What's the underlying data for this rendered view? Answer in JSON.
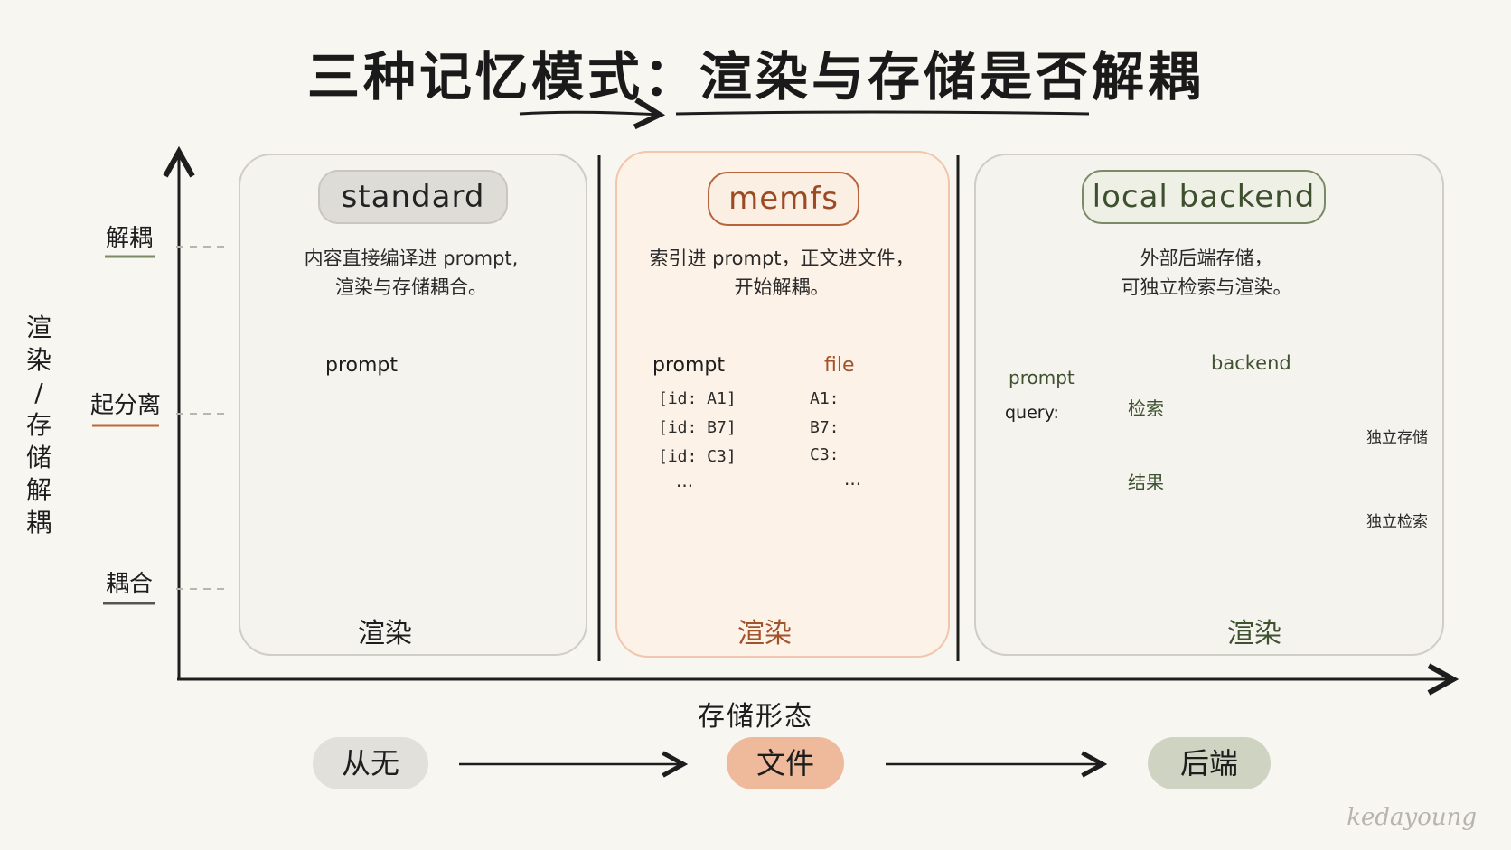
{
  "title": "三种记忆模式：渲染与存储是否解耦",
  "y_axis": {
    "label": "渲染/存储解耦",
    "label_chars": [
      "渲",
      "染",
      "/",
      "存",
      "储",
      "解",
      "耦"
    ],
    "ticks": [
      "解耦",
      "起分离",
      "耦合"
    ]
  },
  "x_axis": {
    "label": "存储形态",
    "stages": [
      "从无",
      "文件",
      "后端"
    ]
  },
  "panels": {
    "standard": {
      "name": "standard",
      "desc_line1": "内容直接编译进 prompt,",
      "desc_line2": "渲染与存储耦合。",
      "prompt_label": "prompt",
      "render": "渲染"
    },
    "memfs": {
      "name": "memfs",
      "desc_line1": "索引进 prompt，正文进文件，",
      "desc_line2": "开始解耦。",
      "prompt_label": "prompt",
      "prompt_items": [
        "[id: A1]",
        "[id: B7]",
        "[id: C3]"
      ],
      "prompt_more": "...",
      "file_label": "file",
      "file_items": [
        "A1:",
        "B7:",
        "C3:"
      ],
      "file_more": "...",
      "render": "渲染"
    },
    "local_backend": {
      "name": "local backend",
      "desc_line1": "外部后端存储，",
      "desc_line2": "可独立检索与渲染。",
      "prompt_label": "prompt",
      "query_label": "query:",
      "backend_label": "backend",
      "search_label": "检索",
      "result_label": "结果",
      "indep_storage": "独立存储",
      "indep_search": "独立检索",
      "render": "渲染"
    }
  },
  "watermark": "kedayoung",
  "colors": {
    "standard": "#1d1d1d",
    "memfs": "#a3532a",
    "local_backend": "#3e5230",
    "stage_none": "#e2e0da",
    "stage_file": "#efb99b",
    "stage_backend": "#cfd3c2"
  }
}
